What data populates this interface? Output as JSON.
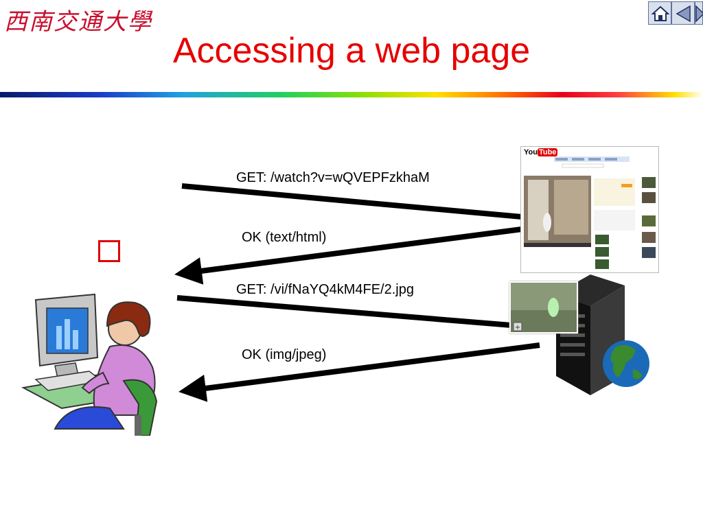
{
  "header": {
    "logo_text": "西南交通大學",
    "title": "Accessing a web page"
  },
  "nav": {
    "home_icon": "home-icon",
    "prev_icon": "triangle-left-icon",
    "next_icon": "triangle-right-icon"
  },
  "diagram": {
    "request_1": "GET: /watch?v=wQVEPFzkhaM",
    "response_1": "OK (text/html)",
    "request_2": "GET: /vi/fNaYQ4kM4FE/2.jpg",
    "response_2": "OK (img/jpeg)"
  },
  "webpage_screenshot": {
    "logo_you": "You",
    "logo_tube": "Tube"
  },
  "colors": {
    "title": "#e60000",
    "logo": "#c8102e",
    "arrow": "#000000"
  }
}
